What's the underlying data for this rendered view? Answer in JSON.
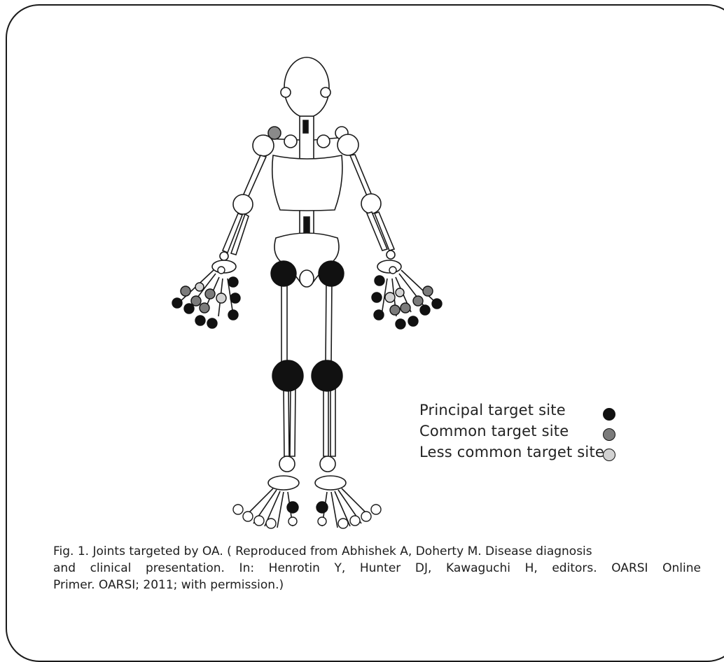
{
  "legend": {
    "principal": {
      "label": "Principal target site",
      "color": "#111111"
    },
    "common": {
      "label": "Common target site",
      "color": "#7b7b7b"
    },
    "less_common": {
      "label": "Less common target sites",
      "color": "#d2d2d2"
    }
  },
  "caption": {
    "line1": "Fig. 1.  Joints targeted by OA. (  Reproduced from  Abhishek A, Doherty M. Disease diagnosis",
    "line2": "and clinical presentation. In: Henrotin Y, Hunter DJ, Kawaguchi H, editors. OARSI Online",
    "line3": "Primer. OARSI; 2011; with permission.)"
  }
}
